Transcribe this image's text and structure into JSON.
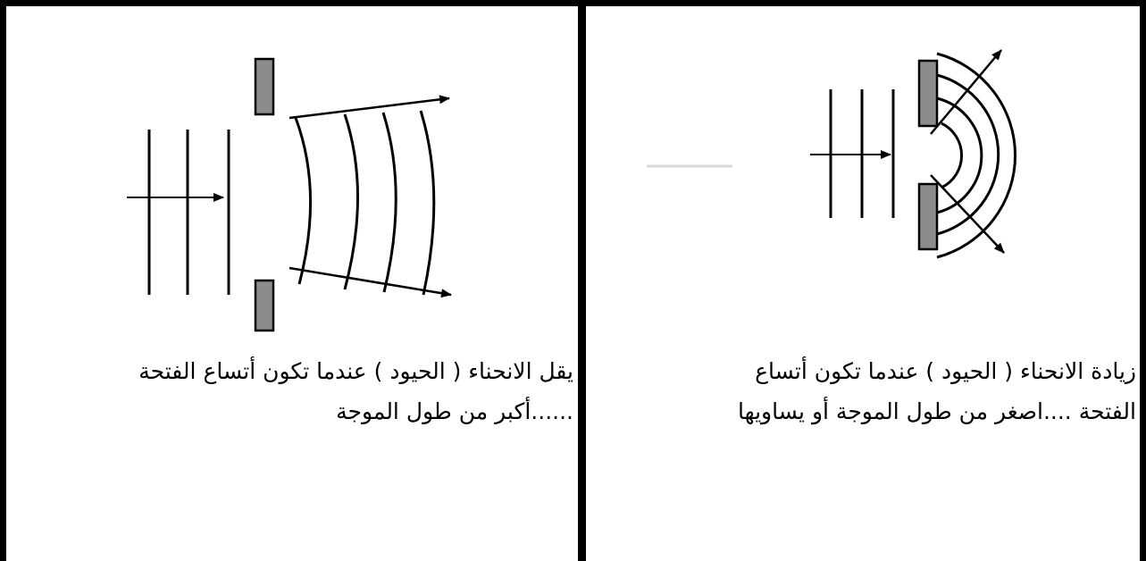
{
  "left_panel": {
    "caption_line1": "يقل الانحناء ( الحيود ) عندما تكون  أتساع الفتحة",
    "caption_line2": "......أكبر من  طول الموجة"
  },
  "right_panel": {
    "caption_line1": "زيادة الانحناء ( الحيود ) عندما تكون أتساع",
    "caption_line2": "الفتحة  ....اصغر من   طول  الموجة  أو  يساويها"
  },
  "colors": {
    "border": "#000000",
    "barrier_fill": "#8c8c8c"
  }
}
